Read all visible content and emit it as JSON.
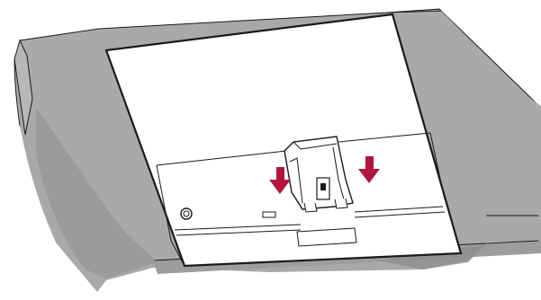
{
  "illustration": {
    "subject": "monitor-stand-mounting",
    "colors": {
      "background": "#ffffff",
      "cloth": "#a7a7a7",
      "cloth_shadow": "#929292",
      "outline": "#1a1a1a",
      "panel": "#ffffff",
      "arrow": "#b1163f"
    },
    "arrows": [
      {
        "name": "arrow-left-down",
        "direction": "down"
      },
      {
        "name": "arrow-right-down",
        "direction": "down"
      }
    ]
  }
}
